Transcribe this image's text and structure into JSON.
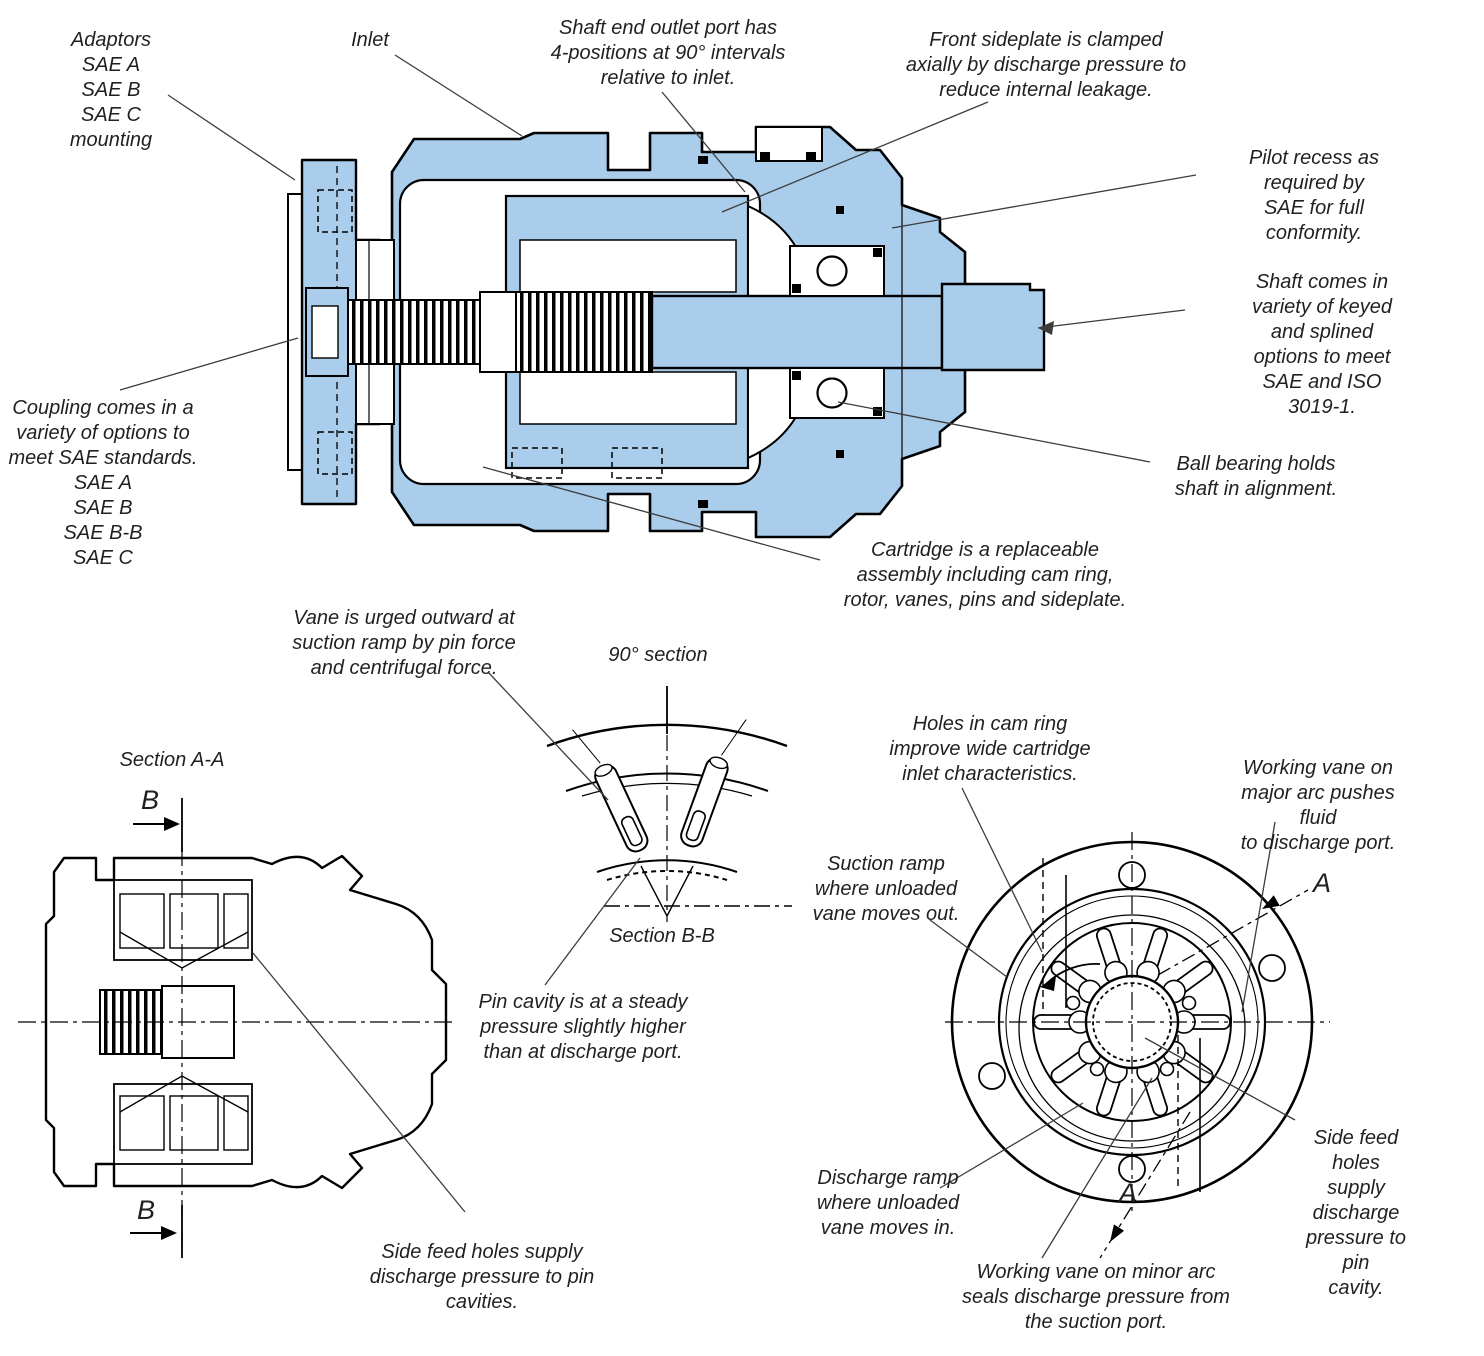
{
  "figure": {
    "title": "Vane pump cutaway technical diagram",
    "colors": {
      "part_fill": "#A9CDEB",
      "ink": "#000000",
      "text": "#231F20",
      "leader": "#3C3C3C",
      "background": "#FFFFFF"
    }
  },
  "annotations": {
    "adaptors": "Adaptors\nSAE A\nSAE B\nSAE C\nmounting",
    "inlet": "Inlet",
    "shaft_end_outlet": "Shaft end outlet port has\n4-positions at 90° intervals\nrelative to inlet.",
    "front_sideplate": "Front sideplate is clamped\naxially by discharge pressure to\nreduce internal leakage.",
    "pilot_recess": "Pilot recess as required by\nSAE for full conformity.",
    "shaft_options": "Shaft comes in variety of keyed\nand splined options to meet\nSAE and ISO 3019-1.",
    "coupling": "Coupling comes in a\nvariety of options to\nmeet SAE standards.\nSAE A\nSAE B\nSAE B-B\nSAE C",
    "ball_bearing": "Ball bearing holds\nshaft in alignment.",
    "cartridge": "Cartridge is a replaceable\nassembly including cam ring,\nrotor, vanes, pins and sideplate.",
    "vane_urged": "Vane is urged outward at\nsuction ramp by pin force\nand centrifugal force.",
    "holes_cam_ring": "Holes in cam ring\nimprove wide cartridge\ninlet characteristics.",
    "working_vane_major": "Working vane on\nmajor arc pushes fluid\nto discharge port.",
    "suction_ramp": "Suction ramp\nwhere unloaded\nvane moves out.",
    "pin_cavity": "Pin cavity is at a steady\npressure slightly higher\nthan at discharge port.",
    "discharge_ramp": "Discharge ramp\nwhere unloaded\nvane moves in.",
    "side_feed_pin_cavity": "Side feed holes\nsupply discharge\npressure to pin\ncavity.",
    "side_feed_pin_cavities": "Side feed holes supply\ndischarge pressure to pin\ncavities.",
    "working_vane_minor": "Working vane on minor arc\nseals discharge pressure from\nthe suction port."
  },
  "labels": {
    "section_90": "90° section",
    "section_aa": "Section A-A",
    "section_bb": "Section B-B",
    "arrow_a": "A",
    "arrow_b": "B"
  }
}
